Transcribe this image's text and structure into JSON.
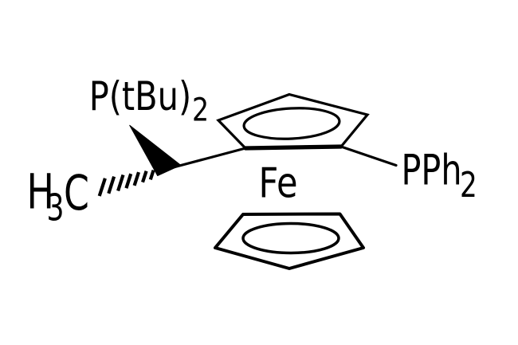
{
  "molecule": {
    "labels": {
      "ptbu2": {
        "main": "P(tBu)",
        "sub": "2"
      },
      "pph2": {
        "main": "PPh",
        "sub": "2"
      },
      "h3c": {
        "h": "H",
        "sub": "3",
        "c": "C"
      },
      "fe": {
        "symbol": "Fe"
      }
    },
    "colors": {
      "bond": "#000000",
      "fe": "#A4730D",
      "background": "#FFFFFF"
    }
  }
}
